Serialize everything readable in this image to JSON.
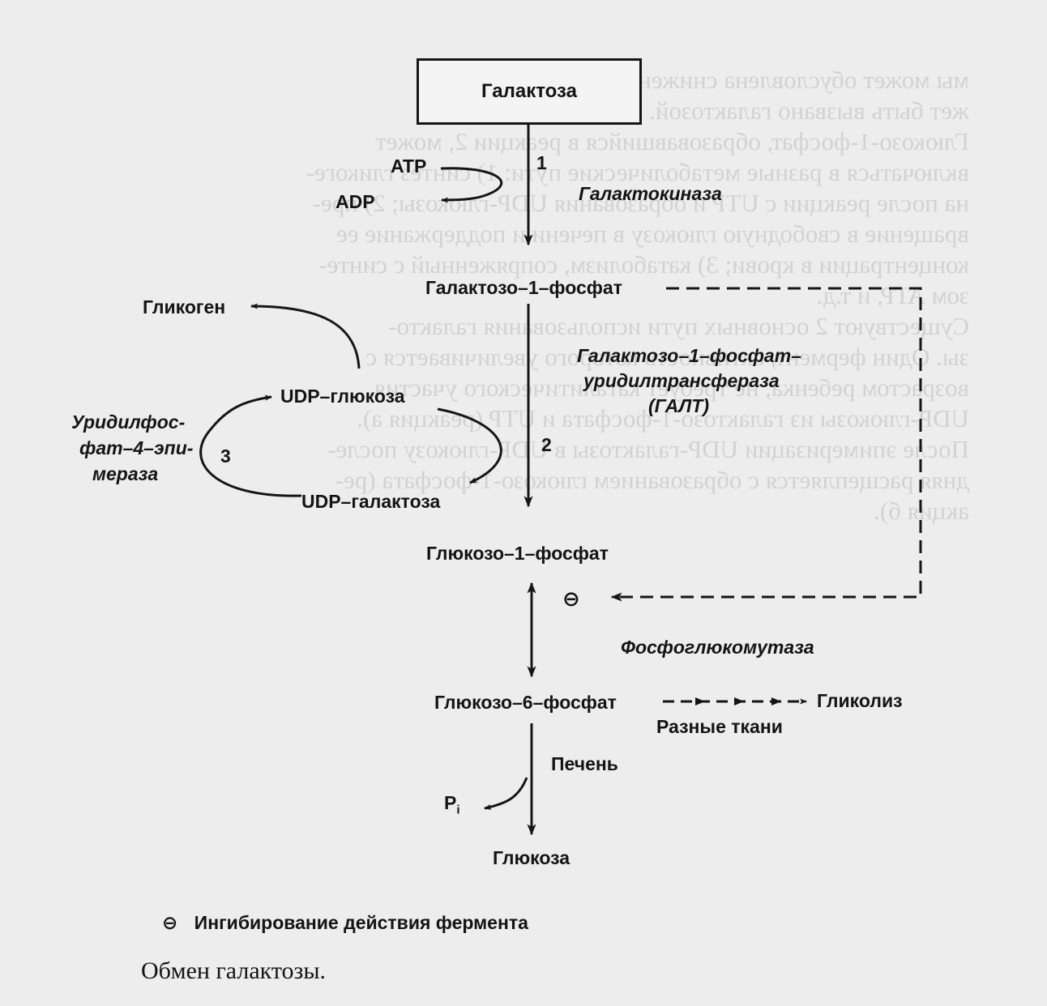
{
  "nodes": {
    "galactose": "Галактоза",
    "gal1p": "Галактозо–1–фосфат",
    "udp_glucose": "UDP–глюкоза",
    "udp_galactose": "UDP–галактоза",
    "glycogen": "Гликоген",
    "glc1p": "Глюкозо–1–фосфат",
    "glc6p": "Глюкозо–6–фосфат",
    "glycolysis": "Гликолиз",
    "glucose": "Глюкоза"
  },
  "cofactors": {
    "atp": "ATP",
    "adp": "ADP",
    "pi_base": "P",
    "pi_sub": "i"
  },
  "enzymes": {
    "galactokinase": "Галактокиназа",
    "galt_line1": "Галактозо–1–фосфат–",
    "galt_line2": "уридилтрансфераза",
    "galt_line3": "(ГАЛТ)",
    "epimerase_line1": "Уридилфос-",
    "epimerase_line2": "фат–4–эпи-",
    "epimerase_line3": "мераза",
    "phosphoglucomutase": "Фосфоглюкомутаза"
  },
  "reaction_numbers": {
    "r1": "1",
    "r2": "2",
    "r3": "3"
  },
  "tissues": {
    "various": "Разные ткани",
    "liver": "Печень"
  },
  "inhibition_symbol": "⊖",
  "legend": {
    "symbol": "⊖",
    "text": "Ингибирование действия фермента"
  },
  "caption": "Обмен галактозы.",
  "background_text": "мы может обусловлена снижением активности мо-\nжет быть вызвано галактозой.\nГлюкозо-1-фосфат, образовавшийся в реакции 2, может\nвключаться в разные метаболические пути: 1) синтез гликоге-\nна после реакции с UTP и образования UDP-глюкозы; 2) пре-\nвращение в свободную глюкозу в печени и поддержание ее\nконцентрации в крови; 3) катаболизм, сопряженный с синте-\nзом ATP, и т.д.\nСуществуют 2 основных пути использования галакто-\nзы. Один фермент, активность которого увеличивается с\nвозрастом ребенка, не требует каталитического участия\nUDP-глюкозы из галактозо-1-фосфата и UTP (реакция а).\nПосле эпимеризации UDP-галактозы в UDP-глюкозу после-\nдняя расщепляется с образованием глюкозо-1-фосфата (ре-\nакция б)."
}
